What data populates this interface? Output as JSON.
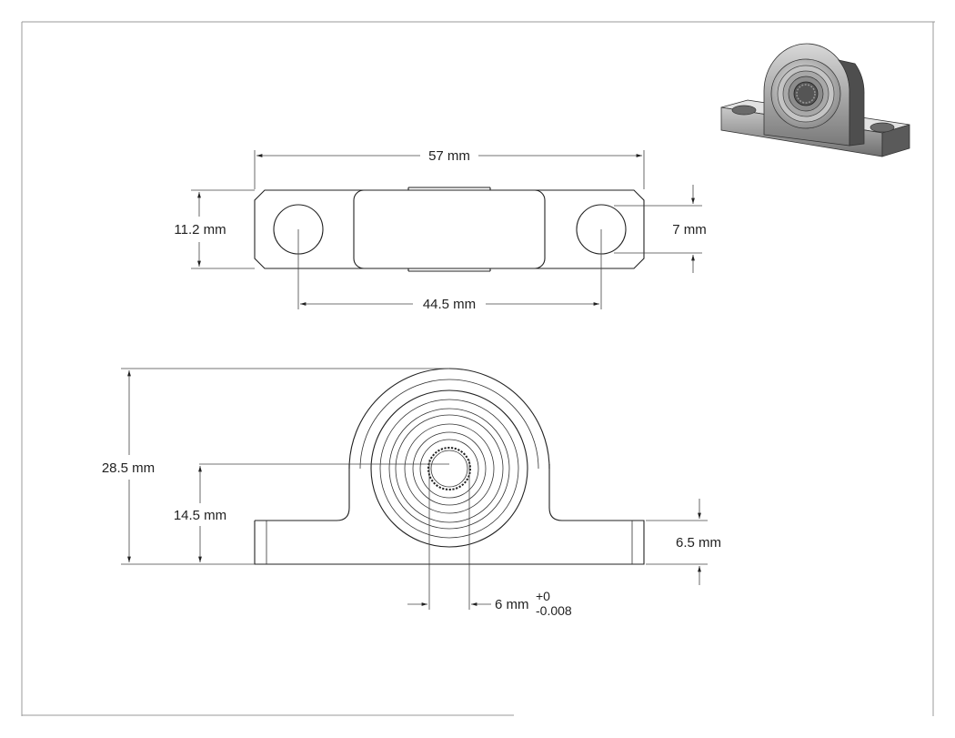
{
  "dimensions": {
    "overall_length": "57 mm",
    "base_width": "11.2 mm",
    "hole_diameter": "7 mm",
    "hole_spacing": "44.5 mm",
    "overall_height": "28.5 mm",
    "center_height": "14.5 mm",
    "base_thickness": "6.5 mm",
    "bore": "6 mm",
    "bore_tol_upper": "+0",
    "bore_tol_lower": "-0.008"
  },
  "colors": {
    "line": "#222222",
    "frame": "#9a9a9a",
    "iso_body": "#8a8a8a"
  }
}
